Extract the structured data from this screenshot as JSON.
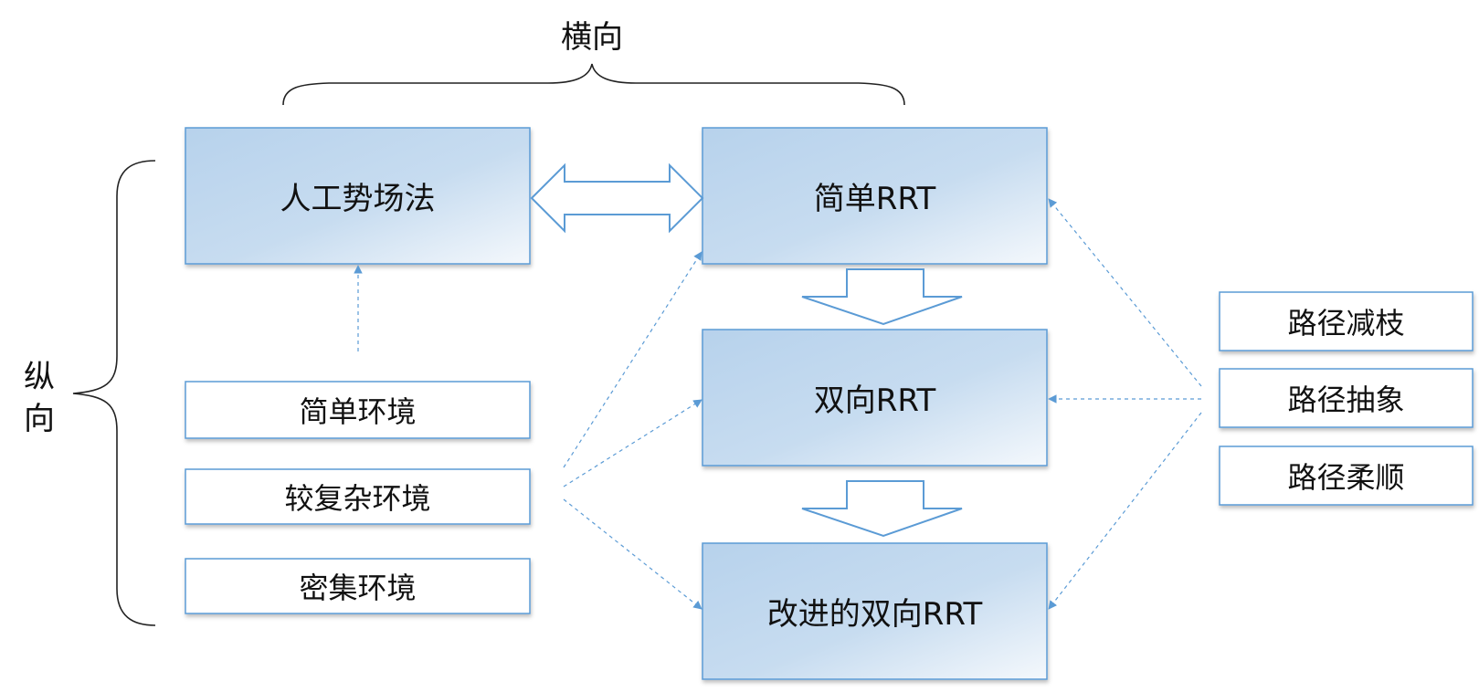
{
  "horizontal_label": "横向",
  "vertical_label": "纵\n向",
  "methods": {
    "apf": "人工势场法",
    "simple_rrt": "简单RRT",
    "bi_rrt": "双向RRT",
    "improved_bi_rrt": "改进的双向RRT"
  },
  "environments": [
    "简单环境",
    "较复杂环境",
    "密集环境"
  ],
  "post_processing": [
    "路径减枝",
    "路径抽象",
    "路径柔顺"
  ],
  "colors": {
    "box_fill_light": "#f4f8fc",
    "box_fill_dark": "#b7d2ec",
    "box_stroke": "#5b9bd5",
    "arrow_stroke": "#5b9bd5",
    "dashed_line": "#5b9bd5",
    "brace": "#222222"
  }
}
